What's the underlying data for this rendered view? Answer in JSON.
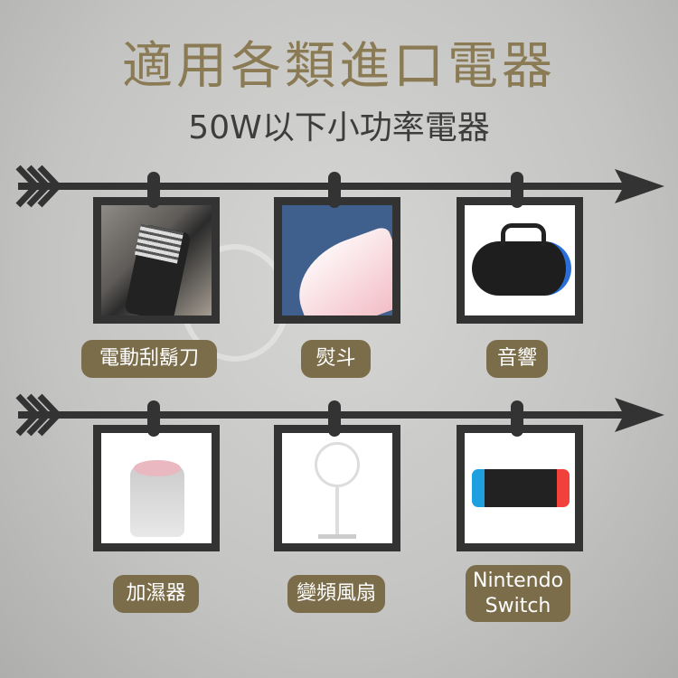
{
  "header": {
    "title": "適用各類進口電器",
    "subtitle": "50W以下小功率電器"
  },
  "colors": {
    "title": "#8a7b55",
    "pill": "#7b6d4a",
    "frame": "#333333"
  },
  "rows": [
    {
      "items": [
        {
          "label": "電動刮鬍刀",
          "icon": "electric-shaver"
        },
        {
          "label": "熨斗",
          "icon": "iron"
        },
        {
          "label": "音響",
          "icon": "speaker"
        }
      ]
    },
    {
      "items": [
        {
          "label": "加濕器",
          "icon": "humidifier"
        },
        {
          "label": "變頻風扇",
          "icon": "fan"
        },
        {
          "label": "Nintendo Switch",
          "icon": "nintendo-switch"
        }
      ]
    }
  ]
}
